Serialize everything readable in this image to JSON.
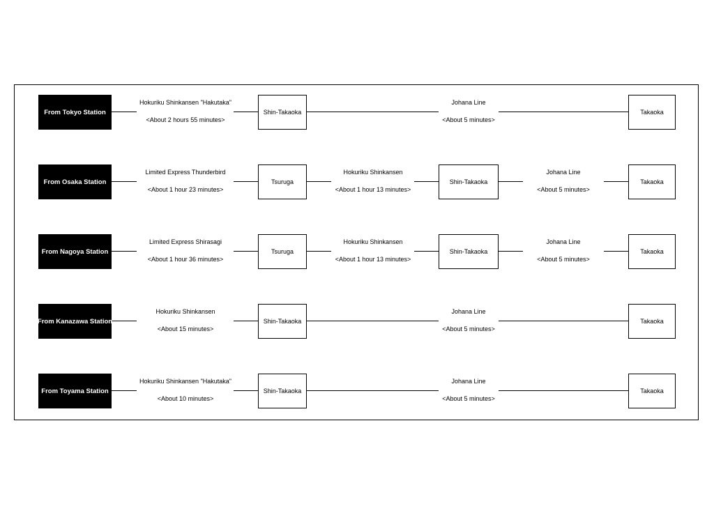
{
  "routes": [
    {
      "origin": "From Tokyo Station",
      "seg1": {
        "line": "Hokuriku Shinkansen \"Hakutaka\"",
        "time": "<About  2 hours 55 minutes>"
      },
      "stop1": "Shin-Takaoka",
      "seg2": {
        "line": "Johana Line",
        "time": "<About 5 minutes>"
      },
      "dest": "Takaoka"
    },
    {
      "origin": "From Osaka Station",
      "seg1": {
        "line": "Limited Express Thunderbird",
        "time": "<About 1 hour 23 minutes>"
      },
      "stop1": "Tsuruga",
      "seg2": {
        "line": "Hokuriku Shinkansen",
        "time": "<About 1 hour 13 minutes>"
      },
      "stop2": "Shin-Takaoka",
      "seg3": {
        "line": "Johana Line",
        "time": "<About 5 minutes>"
      },
      "dest": "Takaoka"
    },
    {
      "origin": "From Nagoya Station",
      "seg1": {
        "line": "Limited Express Shirasagi",
        "time": "<About 1 hour 36 minutes>"
      },
      "stop1": "Tsuruga",
      "seg2": {
        "line": "Hokuriku Shinkansen",
        "time": "<About 1 hour 13 minutes>"
      },
      "stop2": "Shin-Takaoka",
      "seg3": {
        "line": "Johana Line",
        "time": "<About 5 minutes>"
      },
      "dest": "Takaoka"
    },
    {
      "origin": "From Kanazawa Station",
      "seg1": {
        "line": "Hokuriku Shinkansen",
        "time": "<About 15 minutes>"
      },
      "stop1": "Shin-Takaoka",
      "seg2": {
        "line": "Johana Line",
        "time": "<About 5 minutes>"
      },
      "dest": "Takaoka"
    },
    {
      "origin": "From Toyama Station",
      "seg1": {
        "line": "Hokuriku Shinkansen \"Hakutaka\"",
        "time": "<About 10 minutes>"
      },
      "stop1": "Shin-Takaoka",
      "seg2": {
        "line": "Johana Line",
        "time": "<About 5 minutes>"
      },
      "dest": "Takaoka"
    }
  ]
}
